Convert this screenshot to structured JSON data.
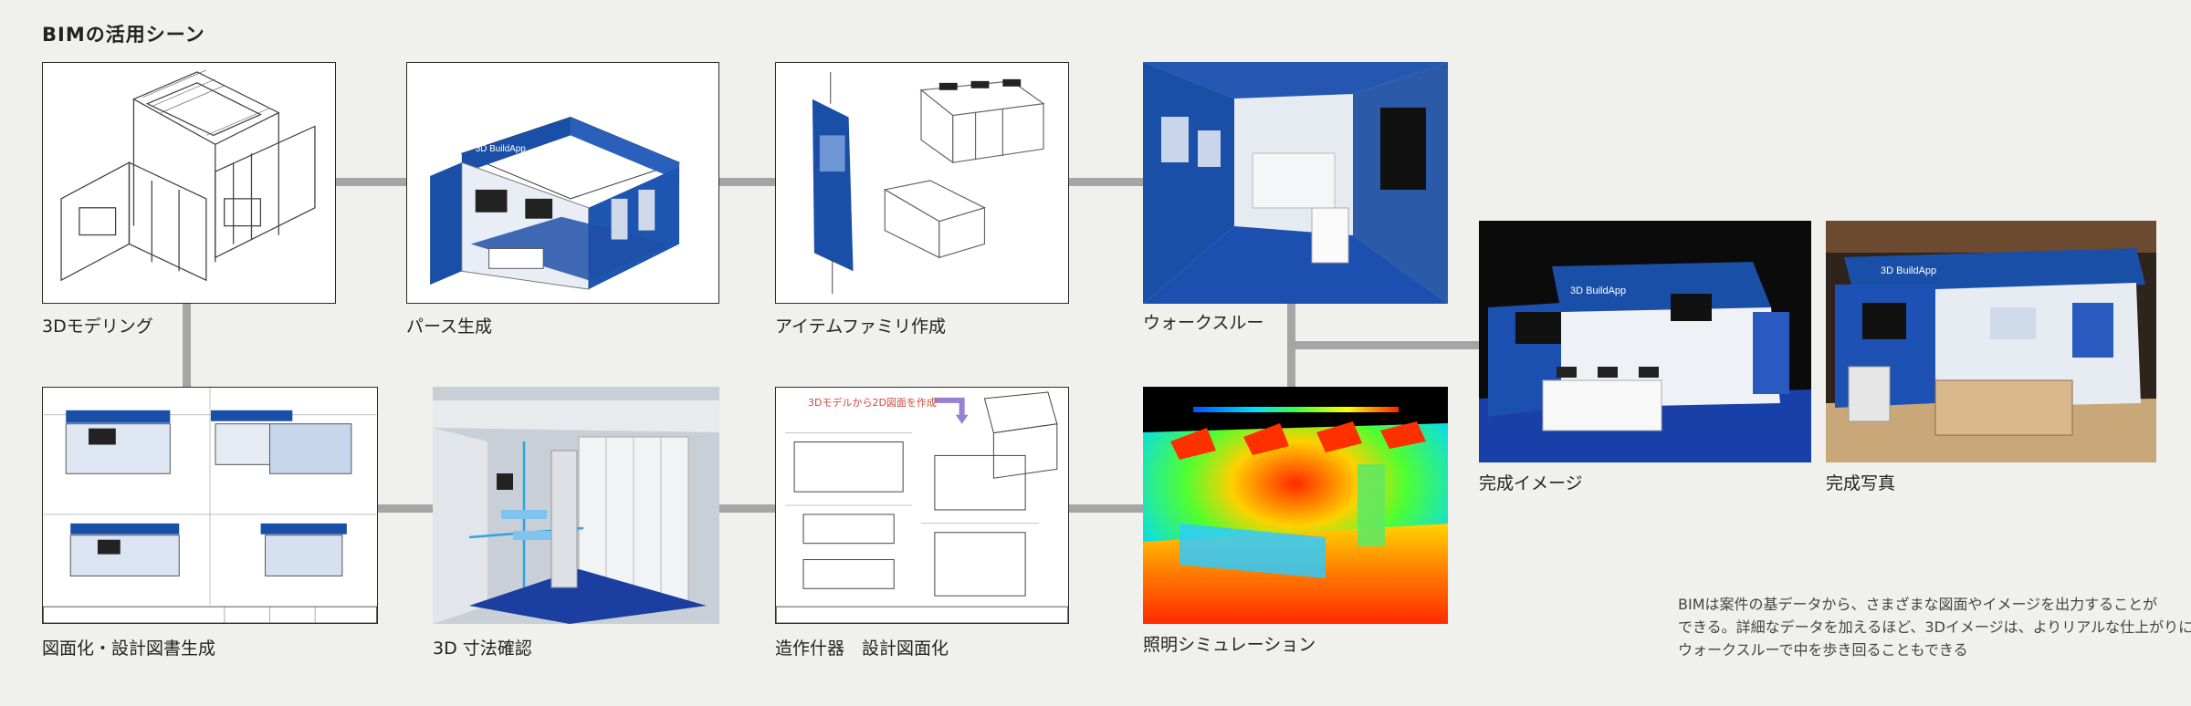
{
  "header": {
    "title": "BIMの活用シーン"
  },
  "scenes": [
    {
      "id": "modeling",
      "label": "3Dモデリング"
    },
    {
      "id": "perspective",
      "label": "パース生成"
    },
    {
      "id": "item-family",
      "label": "アイテムファミリ作成"
    },
    {
      "id": "walkthrough",
      "label": "ウォークスルー"
    },
    {
      "id": "drawings",
      "label": "図面化・設計図書生成"
    },
    {
      "id": "dimension",
      "label": "3D 寸法確認"
    },
    {
      "id": "fixtures",
      "label": "造作什器　設計図面化"
    },
    {
      "id": "lighting",
      "label": "照明シミュレーション"
    },
    {
      "id": "finished-image",
      "label": "完成イメージ"
    },
    {
      "id": "finished-photo",
      "label": "完成写真"
    }
  ],
  "fixtures_panel": {
    "note": "3Dモデルから2D図面を作成"
  },
  "description": {
    "lines": [
      "BIMは案件の基データから、さまざまな図面やイメージを出力することが",
      "できる。詳細なデータを加えるほど、3Dイメージは、よりリアルな仕上がりに。",
      "ウォークスルーで中を歩き回ることもできる"
    ]
  },
  "colors": {
    "background": "#f0f0ec",
    "connector": "#a5a5a5",
    "brand_blue": "#1a4fa8",
    "frame": "#2a2a2a"
  }
}
